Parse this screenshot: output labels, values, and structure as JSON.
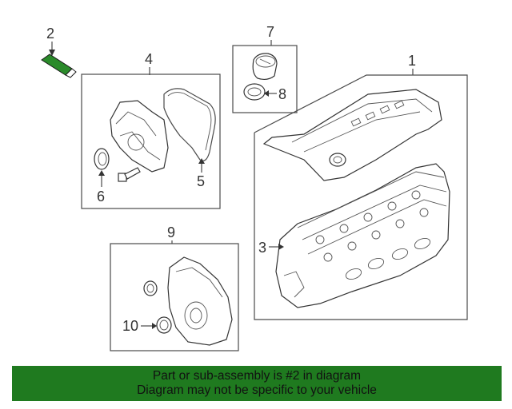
{
  "callouts": {
    "c1": "1",
    "c2": "2",
    "c3": "3",
    "c4": "4",
    "c5": "5",
    "c6": "6",
    "c7": "7",
    "c8": "8",
    "c9": "9",
    "c10": "10"
  },
  "banner": {
    "line1": "Part or sub-assembly is #2 in diagram",
    "line2": "Diagram may not be specific to your vehicle",
    "background": "#1f7a1f"
  },
  "colors": {
    "highlighted_part": "#2a8a2a",
    "line": "#4a4a4a"
  }
}
